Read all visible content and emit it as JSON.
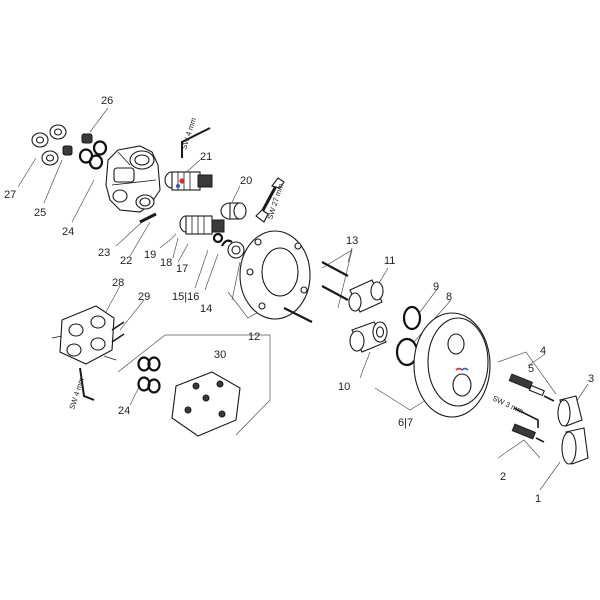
{
  "labels": {
    "p1": "1",
    "p2": "2",
    "p3": "3",
    "p4": "4",
    "p5": "5",
    "p67": "6|7",
    "p8": "8",
    "p9": "9",
    "p10": "10",
    "p11": "11",
    "p12": "12",
    "p13": "13",
    "p14": "14",
    "p1516": "15|16",
    "p17": "17",
    "p18": "18",
    "p19": "19",
    "p20": "20",
    "p21": "21",
    "p22": "22",
    "p23": "23",
    "p24a": "24",
    "p24b": "24",
    "p25": "25",
    "p26": "26",
    "p27": "27",
    "p28": "28",
    "p29": "29",
    "p30": "30"
  },
  "tools": {
    "sw4_top": "SW 4 mm",
    "sw27": "SW 27 mm",
    "sw3": "SW 3 mm",
    "sw4_bottom": "SW 4 mm"
  },
  "colors": {
    "indicator_red": "#d8282c",
    "indicator_blue": "#2a5bd7"
  }
}
